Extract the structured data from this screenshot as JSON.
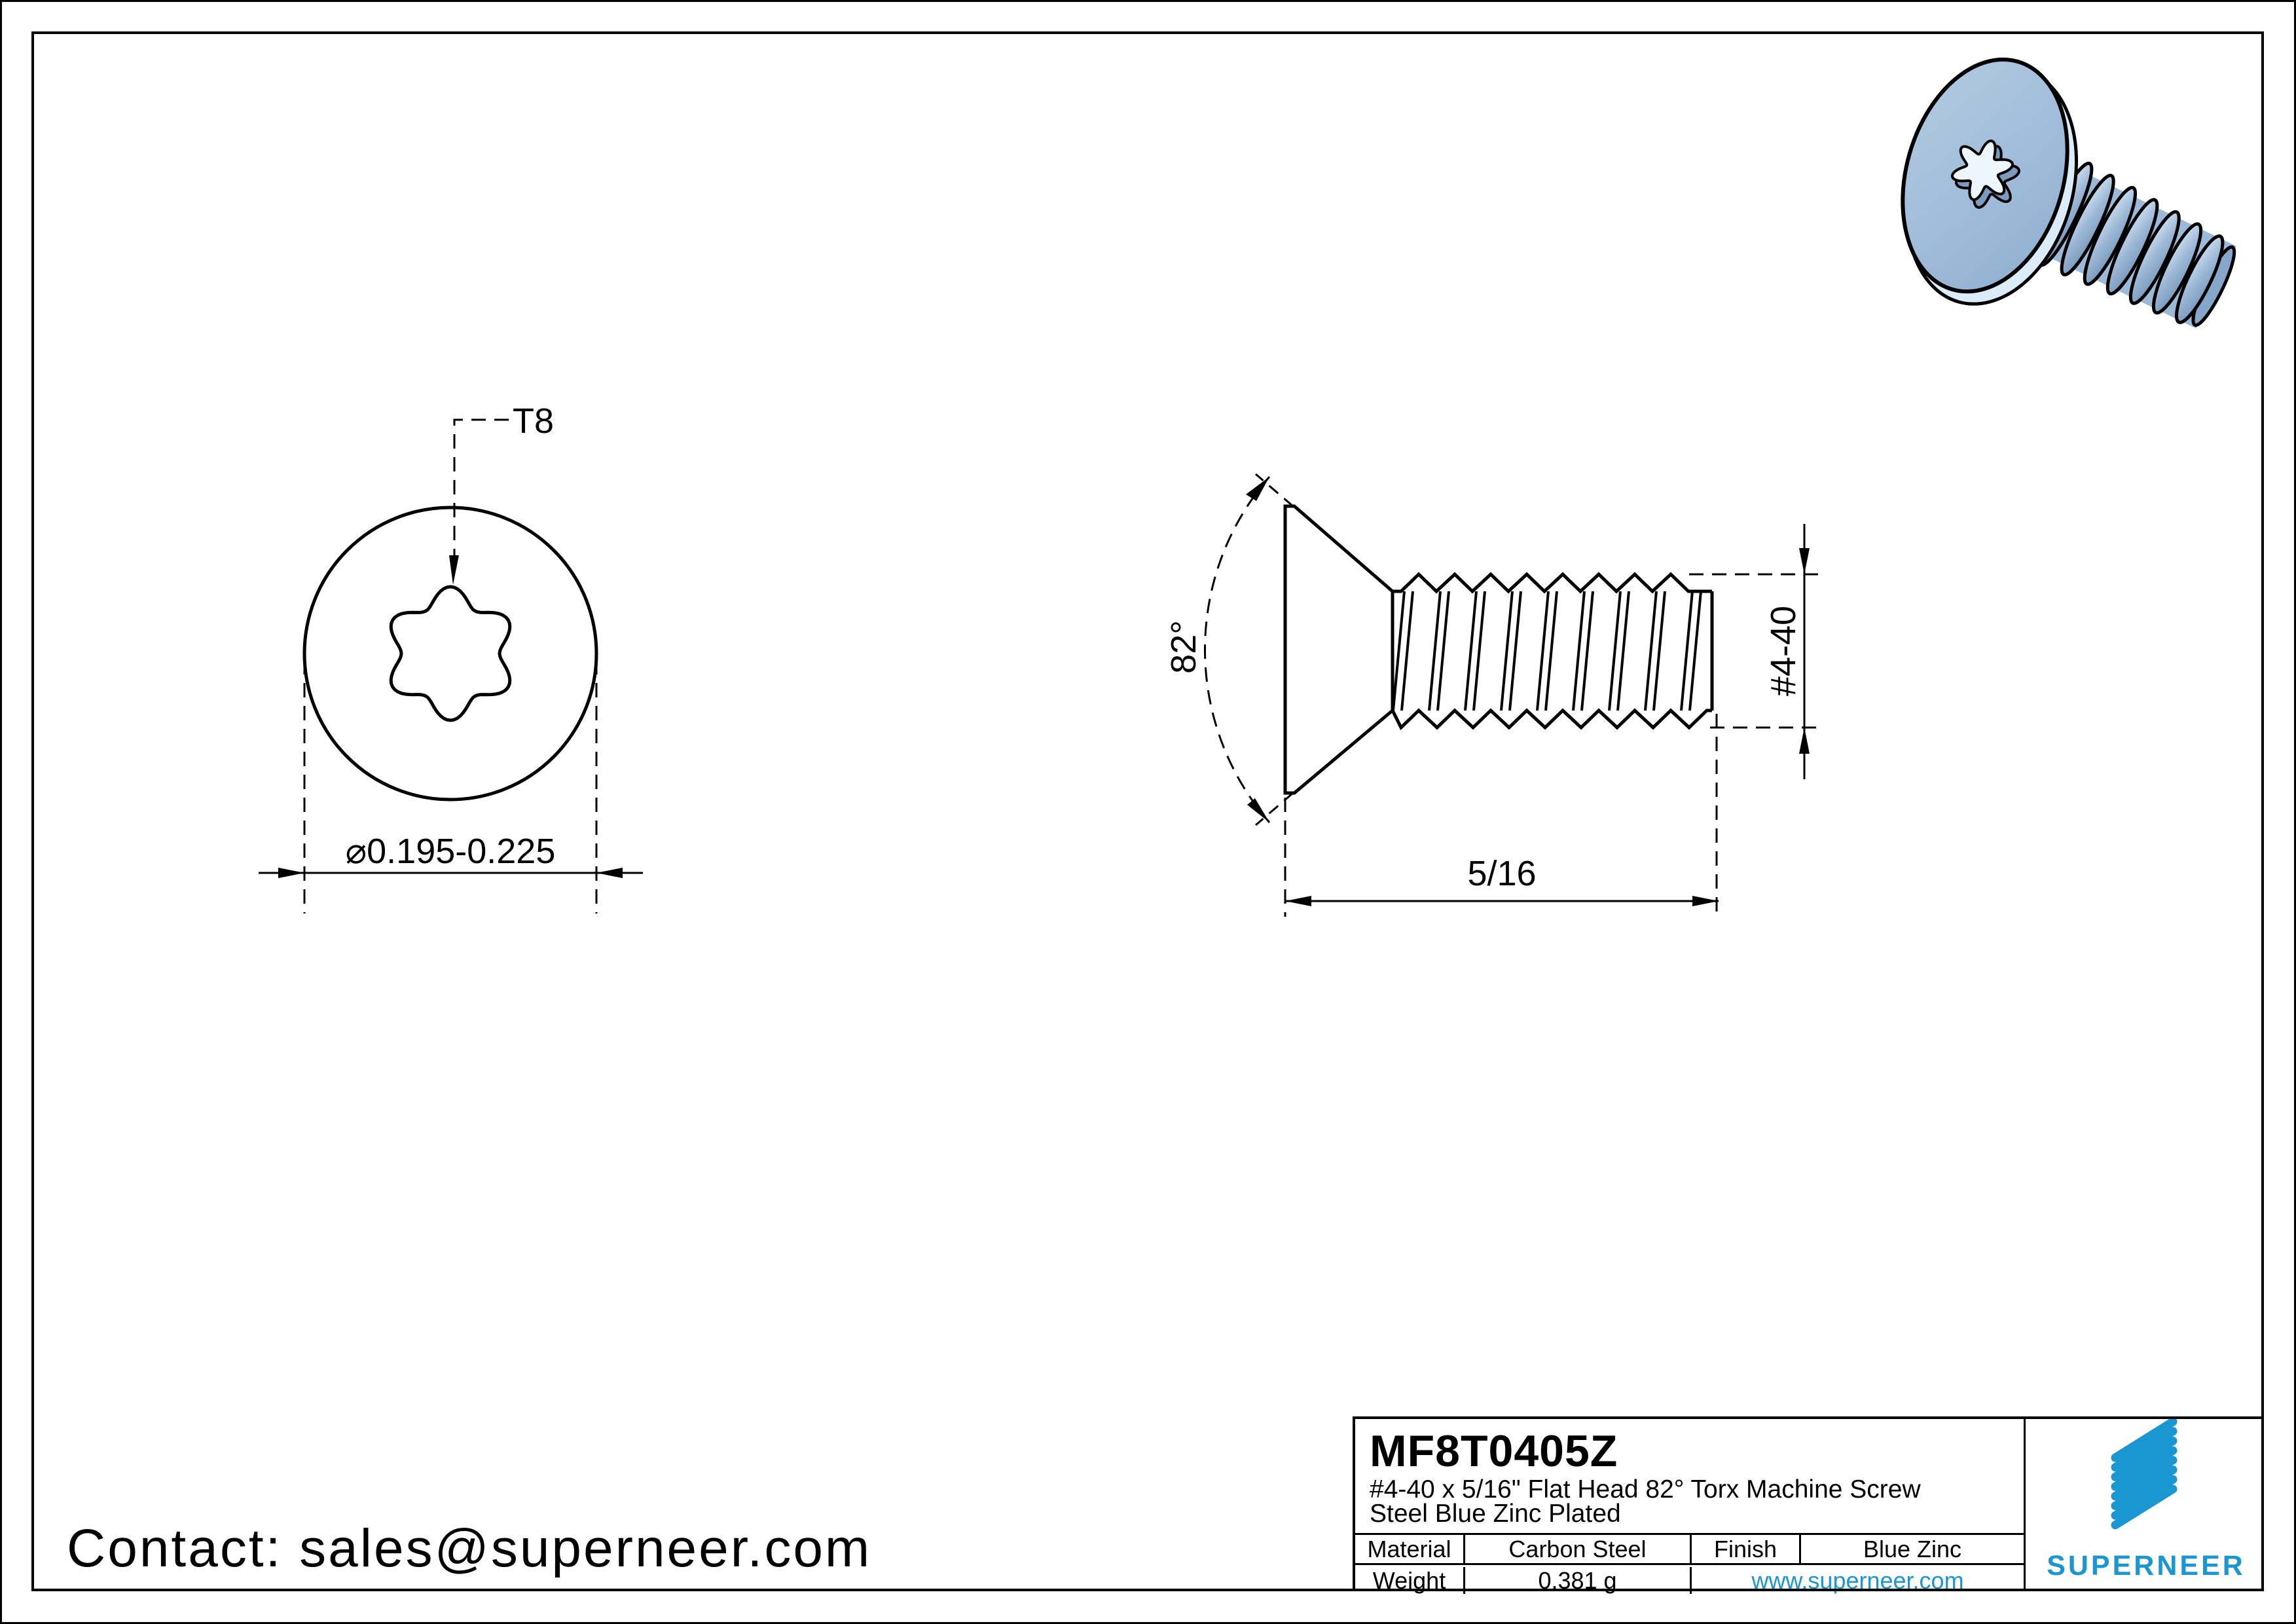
{
  "contact": {
    "label": "Contact: sales@superneer.com"
  },
  "front_view": {
    "torx_label": "T8",
    "diameter_label": "⌀0.195-0.225"
  },
  "side_view": {
    "angle_label": "82°",
    "thread_size_label": "#4-40",
    "length_label": "5/16"
  },
  "title_block": {
    "part_number": "MF8T0405Z",
    "description_line1": "#4-40 x 5/16\" Flat Head 82° Torx Machine Screw",
    "description_line2": "Steel Blue Zinc Plated",
    "material_label": "Material",
    "material_value": "Carbon Steel",
    "finish_label": "Finish",
    "finish_value": "Blue Zinc",
    "weight_label": "Weight",
    "weight_value": "0.381 g",
    "website": "www.superneer.com",
    "brand_name": "SUPERNEER"
  },
  "colors": {
    "line_black": "#000000",
    "brand_blue": "#1a96d2",
    "link_blue": "#1a96d2",
    "screw_head_blue": "#a5c0db",
    "screw_highlight": "#ecf4fb",
    "screw_shadow": "#6e8fb3"
  },
  "icons": [
    {
      "name": "brand-logo-stripes",
      "shape": "eight diagonal blue stripes"
    }
  ]
}
